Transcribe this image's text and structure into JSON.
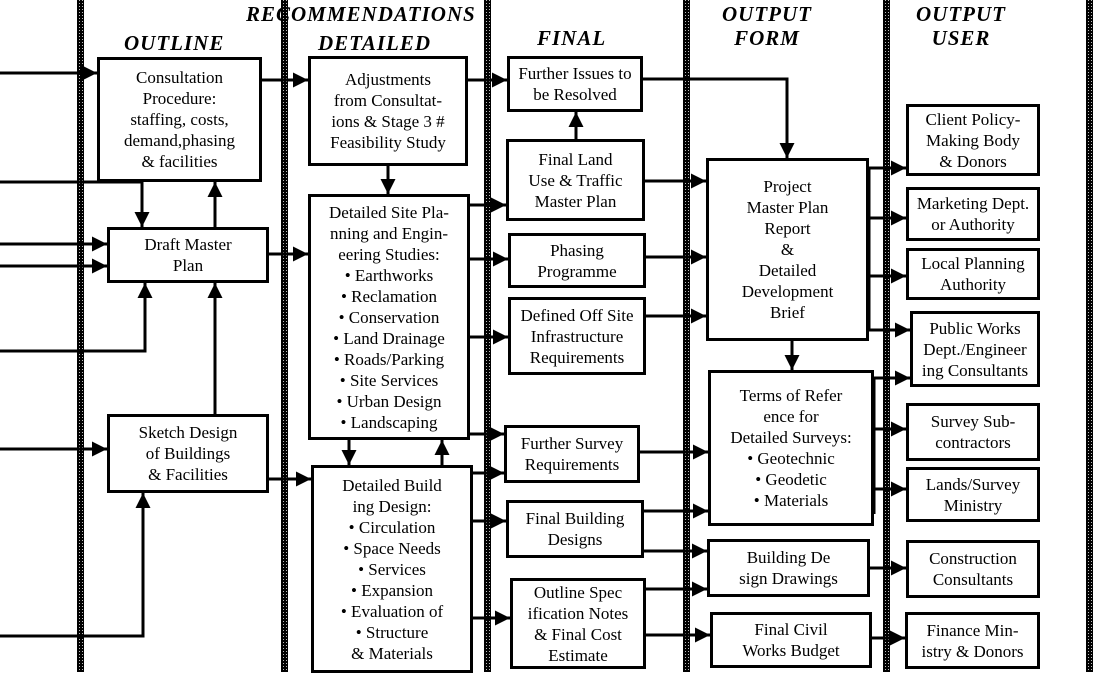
{
  "headers": {
    "recommendations": "RECOMMENDATIONS",
    "outline": "OUTLINE",
    "detailed": "DETAILED",
    "final": "FINAL",
    "output_form": [
      "OUTPUT",
      "FORM"
    ],
    "output_user": [
      "OUTPUT",
      "USER"
    ]
  },
  "columns": {
    "outline": [
      {
        "id": "consultation",
        "lines": [
          "Consultation",
          "Procedure:",
          "staffing, costs,",
          "demand,phasing",
          "& facilities"
        ]
      },
      {
        "id": "draft-master-plan",
        "lines": [
          "Draft Master",
          "Plan"
        ]
      },
      {
        "id": "sketch-design",
        "lines": [
          "Sketch Design",
          "of  Buildings",
          "& Facilities"
        ]
      }
    ],
    "detailed": [
      {
        "id": "adjustments",
        "lines": [
          "Adjustments",
          "from Consultat-",
          "ions & Stage 3 #",
          "Feasibility Study"
        ]
      },
      {
        "id": "detailed-site-planning",
        "lines": [
          "Detailed Site Pla-",
          "nning and Engin-",
          "eering Studies:",
          "• Earthworks",
          "• Reclamation",
          "• Conservation",
          "• Land Drainage",
          "• Roads/Parking",
          "• Site Services",
          "• Urban Design",
          "• Landscaping"
        ]
      },
      {
        "id": "detailed-building-design",
        "lines": [
          "Detailed Build",
          "ing Design:",
          "• Circulation",
          "• Space Needs",
          "• Services",
          "• Expansion",
          "• Evaluation of",
          "• Structure",
          "& Materials"
        ]
      }
    ],
    "final": [
      {
        "id": "further-issues",
        "lines": [
          "Further Issues to",
          "be Resolved"
        ]
      },
      {
        "id": "final-land-use",
        "lines": [
          "Final Land",
          "Use & Traffic",
          "Master Plan"
        ]
      },
      {
        "id": "phasing-programme",
        "lines": [
          "Phasing",
          "Programme"
        ]
      },
      {
        "id": "off-site-infrastructure",
        "lines": [
          "Defined Off Site",
          "Infrastructure",
          "Requirements"
        ]
      },
      {
        "id": "further-survey",
        "lines": [
          "Further Survey",
          "Requirements"
        ]
      },
      {
        "id": "final-building-designs",
        "lines": [
          "Final Building",
          "Designs"
        ]
      },
      {
        "id": "outline-specification",
        "lines": [
          "Outline Spec",
          "ification Notes",
          "& Final Cost",
          "Estimate"
        ]
      }
    ],
    "output_form": [
      {
        "id": "project-master-plan-report",
        "lines": [
          "Project",
          "Master Plan",
          "Report",
          "&",
          "Detailed",
          "Development",
          "Brief"
        ]
      },
      {
        "id": "terms-of-reference",
        "lines": [
          "Terms of Refer",
          "ence for",
          "Detailed Surveys:",
          "• Geotechnic",
          "• Geodetic",
          "• Materials"
        ]
      },
      {
        "id": "building-design-drawings",
        "lines": [
          "Building De",
          "sign Drawings"
        ]
      },
      {
        "id": "final-civil-works-budget",
        "lines": [
          "Final Civil",
          "Works Budget"
        ]
      }
    ],
    "output_user": [
      {
        "id": "client-policy",
        "lines": [
          "Client Policy-",
          "Making Body",
          "& Donors"
        ]
      },
      {
        "id": "marketing-dept",
        "lines": [
          "Marketing Dept.",
          "or Authority"
        ]
      },
      {
        "id": "local-planning",
        "lines": [
          "Local Planning",
          "Authority"
        ]
      },
      {
        "id": "public-works",
        "lines": [
          "Public Works",
          "Dept./Engineer",
          "ing Consultants"
        ]
      },
      {
        "id": "survey-subcontractors",
        "lines": [
          "Survey Sub-",
          "contractors"
        ]
      },
      {
        "id": "lands-survey-ministry",
        "lines": [
          "Lands/Survey",
          "Ministry"
        ]
      },
      {
        "id": "construction-consultants",
        "lines": [
          "Construction",
          "Consultants"
        ]
      },
      {
        "id": "finance-ministry",
        "lines": [
          "Finance Min-",
          "istry & Donors"
        ]
      }
    ]
  },
  "colors": {
    "ink": "#000000",
    "paper": "#ffffff"
  }
}
